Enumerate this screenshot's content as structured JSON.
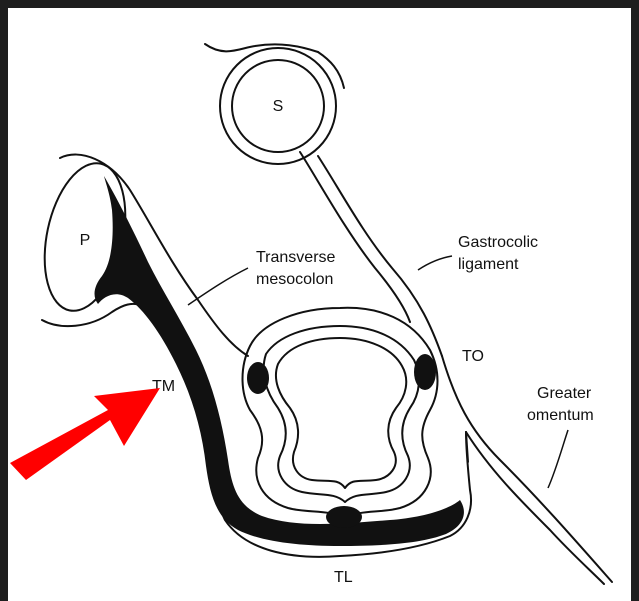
{
  "colors": {
    "outer_frame": "#1e1e1e",
    "paper": "#ffffff",
    "ink": "#111111",
    "arrow": "#ff0000"
  },
  "labels": {
    "stomach": "S",
    "pancreas": "P",
    "transverse_mesocolon_line1": "Transverse",
    "transverse_mesocolon_line2": "mesocolon",
    "gastrocolic_line1": "Gastrocolic",
    "gastrocolic_line2": "ligament",
    "to": "TO",
    "tm": "TM",
    "greater_omentum_line1": "Greater",
    "greater_omentum_line2": "omentum",
    "tl": "TL"
  },
  "annotation": {
    "arrow_icon": "red-arrow-icon",
    "points_to": "TM"
  }
}
